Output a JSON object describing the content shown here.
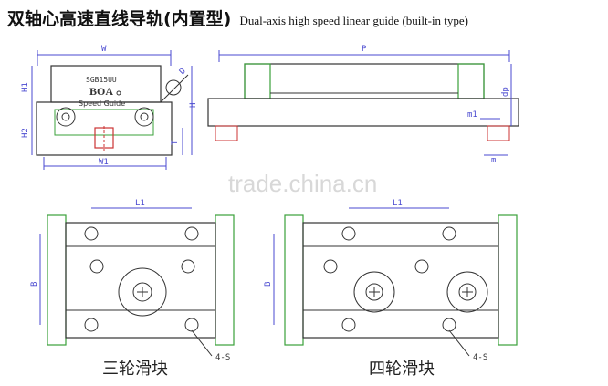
{
  "title": {
    "cn": "双轴心高速直线导轨(内置型)",
    "en": "Dual-axis high speed linear guide (built-in type)"
  },
  "front_view": {
    "model": "SGB15UU",
    "logo": "BOA",
    "brand": "Speed Guide",
    "labels": {
      "W": "W",
      "H1": "H1",
      "H2": "H2",
      "H": "H",
      "T": "T",
      "W1": "W1",
      "D": "D"
    }
  },
  "side_view": {
    "labels": {
      "P": "P",
      "dp": "dp",
      "m1": "m1",
      "m": "m"
    }
  },
  "bottom_left": {
    "caption": "三轮滑块",
    "L1": "L1",
    "B": "B",
    "callout": "4-S"
  },
  "bottom_right": {
    "caption": "四轮滑块",
    "L1": "L1",
    "B": "B",
    "callout": "4-S"
  },
  "watermark": "trade.china.cn",
  "colors": {
    "line": "#333333",
    "dimension": "#4a4ad0",
    "rail_green": "#3aa03a",
    "highlight": "#cc3333",
    "magenta": "#c040c0"
  }
}
